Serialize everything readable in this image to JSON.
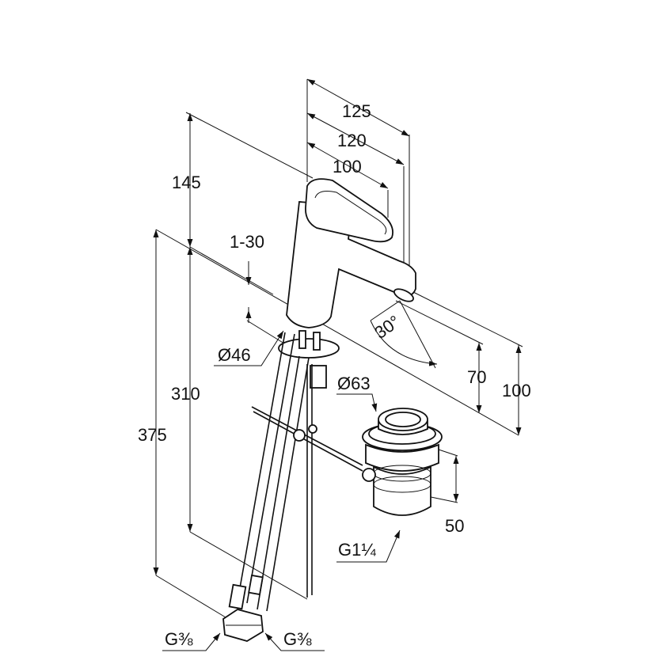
{
  "dimensions": {
    "d125": "125",
    "d120": "120",
    "d100_top": "100",
    "d145": "145",
    "d1_30": "1-30",
    "d310": "310",
    "d375": "375",
    "d46": "Ø46",
    "d63": "Ø63",
    "d30deg": "30°",
    "d70": "70",
    "d100_right": "100",
    "d50": "50",
    "g114": "G1¼",
    "g38_left": "G⅜",
    "g38_right": "G⅜"
  }
}
